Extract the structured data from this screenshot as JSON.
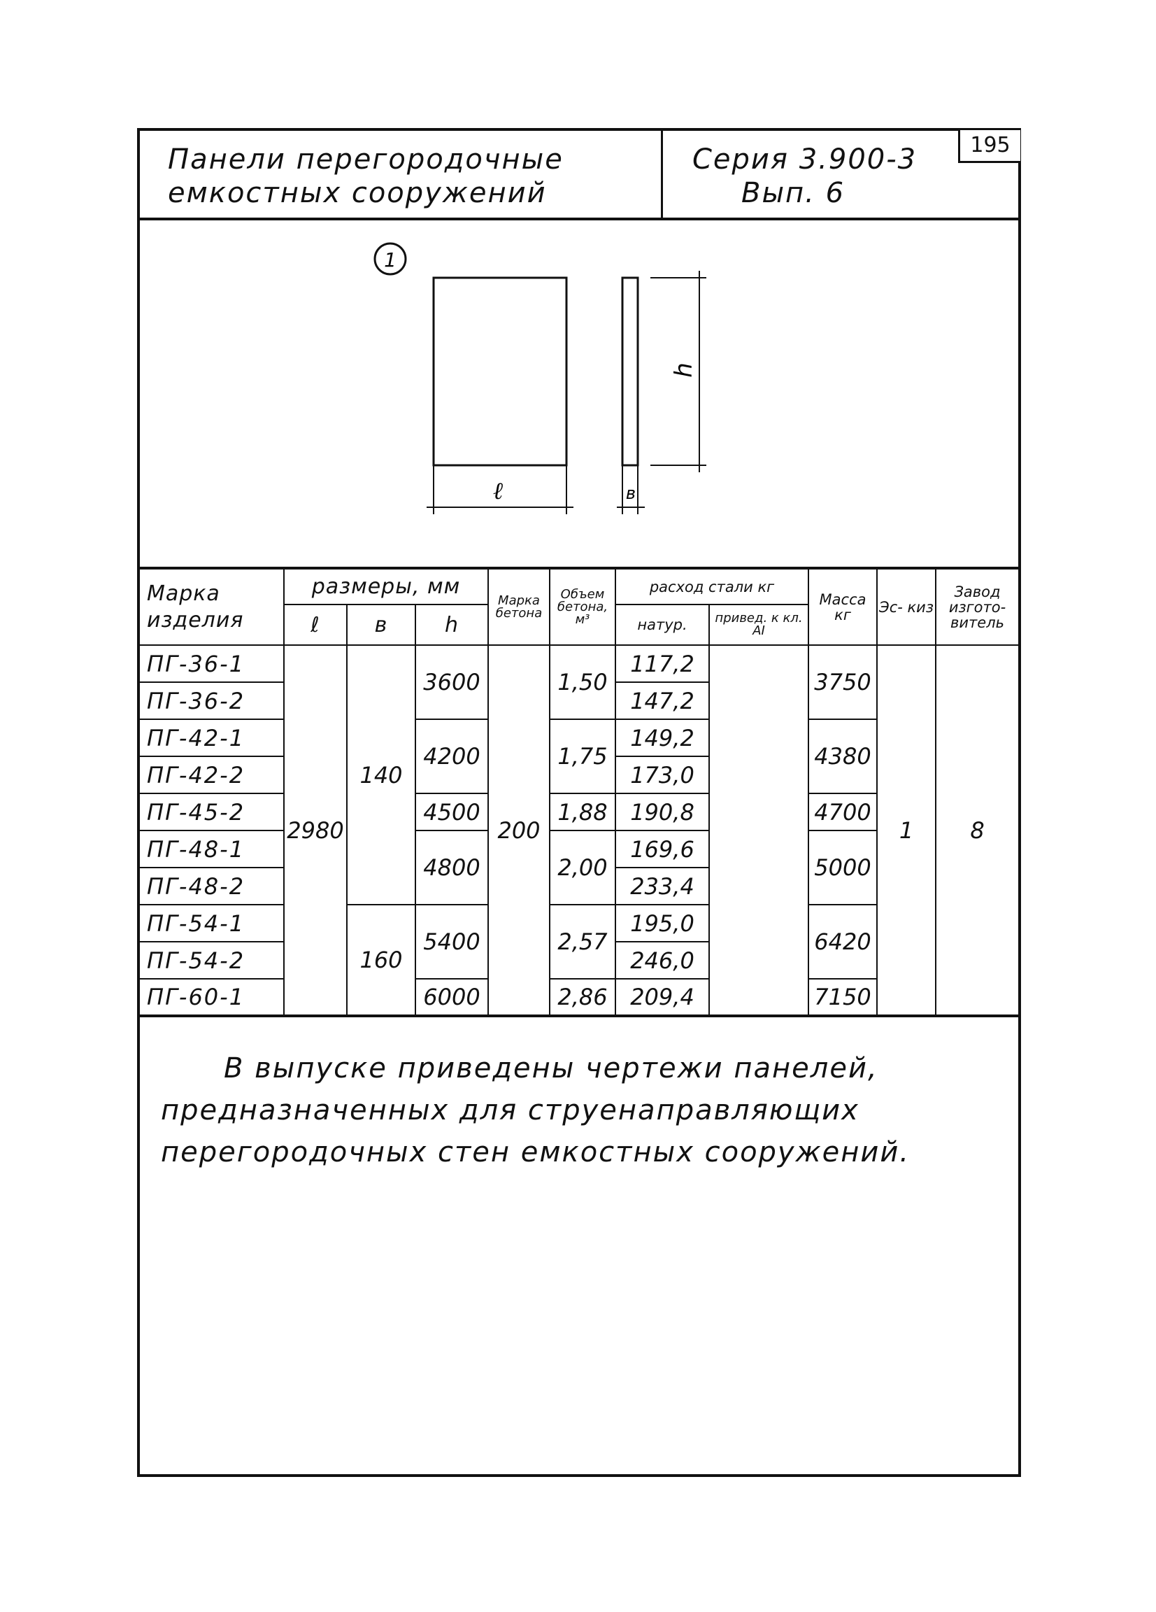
{
  "page_number": "195",
  "title": {
    "line1": "Панели перегородочные",
    "line2": "емкостных сооружений"
  },
  "series": {
    "line1": "Серия 3.900-3",
    "line2": "Вып. 6"
  },
  "sketch": {
    "sketch_number": "1",
    "dim_length": "ℓ",
    "dim_width": "в",
    "dim_height": "h"
  },
  "table": {
    "headers": {
      "mark": "Марка изделия",
      "dimensions": "размеры, мм",
      "dim_l": "ℓ",
      "dim_b": "в",
      "dim_h": "h",
      "concrete_grade": "Марка бетона",
      "concrete_volume": "Объем бетона, м³",
      "steel": "расход стали кг",
      "steel_actual": "натур.",
      "steel_reduced": "привед. к кл. AI",
      "mass": "Масса кг",
      "sketch": "Эс- киз",
      "plant": "Завод изгото- витель"
    },
    "marks": [
      "ПГ-36-1",
      "ПГ-36-2",
      "ПГ-42-1",
      "ПГ-42-2",
      "ПГ-45-2",
      "ПГ-48-1",
      "ПГ-48-2",
      "ПГ-54-1",
      "ПГ-54-2",
      "ПГ-60-1"
    ],
    "length": "2980",
    "widths": [
      "140",
      "160"
    ],
    "heights": [
      "3600",
      "4200",
      "4500",
      "4800",
      "5400",
      "6000"
    ],
    "concrete_grade": "200",
    "volumes": [
      "1,50",
      "1,75",
      "1,88",
      "2,00",
      "2,57",
      "2,86"
    ],
    "steel_actual": [
      "117,2",
      "147,2",
      "149,2",
      "173,0",
      "190,8",
      "169,6",
      "233,4",
      "195,0",
      "246,0",
      "209,4"
    ],
    "steel_reduced": "",
    "masses": [
      "3750",
      "4380",
      "4700",
      "5000",
      "6420",
      "7150"
    ],
    "sketch_ref": "1",
    "plant": "8"
  },
  "note": {
    "line1": "В выпуске приведены чертежи панелей,",
    "line2": "предназначенных для струенаправляющих",
    "line3": "перегородочных стен емкостных сооружений."
  }
}
